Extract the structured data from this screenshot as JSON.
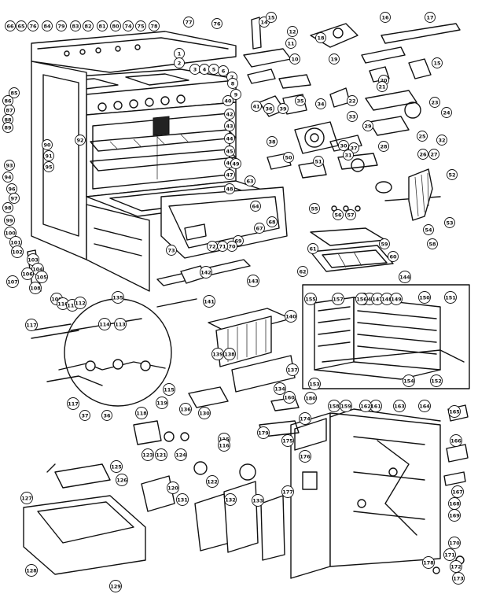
{
  "callouts": [
    {
      "id": "c1",
      "label": "66"
    },
    {
      "id": "c2",
      "label": "65"
    },
    {
      "id": "c3",
      "label": "76"
    },
    {
      "id": "c4",
      "label": "84"
    },
    {
      "id": "c5",
      "label": "79"
    },
    {
      "id": "c6",
      "label": "83"
    },
    {
      "id": "c7",
      "label": "82"
    },
    {
      "id": "c8",
      "label": "81"
    },
    {
      "id": "c9",
      "label": "80"
    },
    {
      "id": "c10",
      "label": "74"
    },
    {
      "id": "c11",
      "label": "75"
    },
    {
      "id": "c12",
      "label": "78"
    },
    {
      "id": "c13",
      "label": "77"
    },
    {
      "id": "c14",
      "label": "76"
    },
    {
      "id": "c15",
      "label": "14"
    },
    {
      "id": "c16",
      "label": "15"
    },
    {
      "id": "c17",
      "label": "12"
    },
    {
      "id": "c18",
      "label": "11"
    },
    {
      "id": "c19",
      "label": "18"
    },
    {
      "id": "c20",
      "label": "16"
    },
    {
      "id": "c21",
      "label": "17"
    },
    {
      "id": "c22",
      "label": "15"
    },
    {
      "id": "c23",
      "label": "19"
    },
    {
      "id": "c24",
      "label": "20"
    },
    {
      "id": "c25",
      "label": "21"
    },
    {
      "id": "c26",
      "label": "10"
    },
    {
      "id": "c27",
      "label": "1"
    },
    {
      "id": "c28",
      "label": "2"
    },
    {
      "id": "c29",
      "label": "3"
    },
    {
      "id": "c30",
      "label": "4"
    },
    {
      "id": "c31",
      "label": "5"
    },
    {
      "id": "c32",
      "label": "6"
    },
    {
      "id": "c33",
      "label": "7"
    },
    {
      "id": "c34",
      "label": "8"
    },
    {
      "id": "c35",
      "label": "9"
    },
    {
      "id": "c36",
      "label": "40"
    },
    {
      "id": "c37",
      "label": "42"
    },
    {
      "id": "c38",
      "label": "43"
    },
    {
      "id": "c39",
      "label": "44"
    },
    {
      "id": "c40",
      "label": "45"
    },
    {
      "id": "c41",
      "label": "46"
    },
    {
      "id": "c42",
      "label": "47"
    },
    {
      "id": "c43",
      "label": "48"
    },
    {
      "id": "c44",
      "label": "49"
    },
    {
      "id": "c45",
      "label": "41"
    },
    {
      "id": "c46",
      "label": "36"
    },
    {
      "id": "c47",
      "label": "39"
    },
    {
      "id": "c48",
      "label": "38"
    },
    {
      "id": "c49",
      "label": "35"
    },
    {
      "id": "c50",
      "label": "34"
    },
    {
      "id": "c51",
      "label": "33"
    },
    {
      "id": "c52",
      "label": "37"
    },
    {
      "id": "c53",
      "label": "22"
    },
    {
      "id": "c54",
      "label": "23"
    },
    {
      "id": "c55",
      "label": "24"
    },
    {
      "id": "c56",
      "label": "25"
    },
    {
      "id": "c57",
      "label": "26"
    },
    {
      "id": "c58",
      "label": "27"
    },
    {
      "id": "c59",
      "label": "28"
    },
    {
      "id": "c60",
      "label": "29"
    },
    {
      "id": "c61",
      "label": "30"
    },
    {
      "id": "c62",
      "label": "31"
    },
    {
      "id": "c63",
      "label": "32"
    },
    {
      "id": "c64",
      "label": "50"
    },
    {
      "id": "c65",
      "label": "51"
    },
    {
      "id": "c66",
      "label": "52"
    },
    {
      "id": "c67",
      "label": "53"
    },
    {
      "id": "c68",
      "label": "54"
    },
    {
      "id": "c69",
      "label": "55"
    },
    {
      "id": "c70",
      "label": "56"
    },
    {
      "id": "c71",
      "label": "57"
    },
    {
      "id": "c72",
      "label": "58"
    },
    {
      "id": "c73",
      "label": "59"
    },
    {
      "id": "c74",
      "label": "60"
    },
    {
      "id": "c75",
      "label": "61"
    },
    {
      "id": "c76",
      "label": "62"
    },
    {
      "id": "c77",
      "label": "63"
    },
    {
      "id": "c78",
      "label": "64"
    },
    {
      "id": "c79",
      "label": "67"
    },
    {
      "id": "c80",
      "label": "68"
    },
    {
      "id": "c81",
      "label": "69"
    },
    {
      "id": "c82",
      "label": "70"
    },
    {
      "id": "c83",
      "label": "71"
    },
    {
      "id": "c84",
      "label": "72"
    },
    {
      "id": "c85",
      "label": "73"
    },
    {
      "id": "c86",
      "label": "85"
    },
    {
      "id": "c87",
      "label": "86"
    },
    {
      "id": "c88",
      "label": "87"
    },
    {
      "id": "c89",
      "label": "88"
    },
    {
      "id": "c90",
      "label": "89"
    },
    {
      "id": "c91",
      "label": "90"
    },
    {
      "id": "c92",
      "label": "91"
    },
    {
      "id": "c93",
      "label": "92"
    },
    {
      "id": "c94",
      "label": "93"
    },
    {
      "id": "c95",
      "label": "94"
    },
    {
      "id": "c96",
      "label": "95"
    },
    {
      "id": "c97",
      "label": "96"
    },
    {
      "id": "c98",
      "label": "97"
    },
    {
      "id": "c99",
      "label": "98"
    },
    {
      "id": "c100",
      "label": "99"
    },
    {
      "id": "c101",
      "label": "100"
    },
    {
      "id": "c102",
      "label": "101"
    },
    {
      "id": "c103",
      "label": "102"
    },
    {
      "id": "c104",
      "label": "103"
    },
    {
      "id": "c105",
      "label": "104"
    },
    {
      "id": "c106",
      "label": "105"
    },
    {
      "id": "c107",
      "label": "106"
    },
    {
      "id": "c108",
      "label": "107"
    },
    {
      "id": "c109",
      "label": "108"
    },
    {
      "id": "c110",
      "label": "109"
    },
    {
      "id": "c111",
      "label": "110"
    },
    {
      "id": "c112",
      "label": "111"
    },
    {
      "id": "c113",
      "label": "112"
    },
    {
      "id": "c114",
      "label": "113"
    },
    {
      "id": "c115",
      "label": "114"
    },
    {
      "id": "c116",
      "label": "115"
    },
    {
      "id": "c117",
      "label": "116"
    },
    {
      "id": "c118",
      "label": "117"
    },
    {
      "id": "c119",
      "label": "117"
    },
    {
      "id": "c120",
      "label": "118"
    },
    {
      "id": "c121",
      "label": "119"
    },
    {
      "id": "c122",
      "label": "120"
    },
    {
      "id": "c123",
      "label": "121"
    },
    {
      "id": "c124",
      "label": "122"
    },
    {
      "id": "c125",
      "label": "123"
    },
    {
      "id": "c126",
      "label": "124"
    },
    {
      "id": "c127",
      "label": "125"
    },
    {
      "id": "c128",
      "label": "126"
    },
    {
      "id": "c129",
      "label": "127"
    },
    {
      "id": "c130",
      "label": "128"
    },
    {
      "id": "c131",
      "label": "129"
    },
    {
      "id": "c132",
      "label": "130"
    },
    {
      "id": "c133",
      "label": "131"
    },
    {
      "id": "c134",
      "label": "132"
    },
    {
      "id": "c135",
      "label": "133"
    },
    {
      "id": "c136",
      "label": "134"
    },
    {
      "id": "c137",
      "label": "135"
    },
    {
      "id": "c138",
      "label": "136"
    },
    {
      "id": "c139",
      "label": "137"
    },
    {
      "id": "c140",
      "label": "138"
    },
    {
      "id": "c141",
      "label": "139"
    },
    {
      "id": "c142",
      "label": "140"
    },
    {
      "id": "c143",
      "label": "141"
    },
    {
      "id": "c144",
      "label": "142"
    },
    {
      "id": "c145",
      "label": "143"
    },
    {
      "id": "c146",
      "label": "144"
    },
    {
      "id": "c147",
      "label": "145"
    },
    {
      "id": "c148",
      "label": "146"
    },
    {
      "id": "c149",
      "label": "147"
    },
    {
      "id": "c150",
      "label": "148"
    },
    {
      "id": "c151",
      "label": "149"
    },
    {
      "id": "c152",
      "label": "150"
    },
    {
      "id": "c153",
      "label": "151"
    },
    {
      "id": "c154",
      "label": "152"
    },
    {
      "id": "c155",
      "label": "153"
    },
    {
      "id": "c156",
      "label": "154"
    },
    {
      "id": "c157",
      "label": "155"
    },
    {
      "id": "c158",
      "label": "156"
    },
    {
      "id": "c159",
      "label": "157"
    },
    {
      "id": "c160",
      "label": "158"
    },
    {
      "id": "c161",
      "label": "159"
    },
    {
      "id": "c162",
      "label": "160"
    },
    {
      "id": "c163",
      "label": "161"
    },
    {
      "id": "c164",
      "label": "162"
    },
    {
      "id": "c165",
      "label": "163"
    },
    {
      "id": "c166",
      "label": "164"
    },
    {
      "id": "c167",
      "label": "165"
    },
    {
      "id": "c168",
      "label": "166"
    },
    {
      "id": "c169",
      "label": "167"
    },
    {
      "id": "c170",
      "label": "168"
    },
    {
      "id": "c171",
      "label": "169"
    },
    {
      "id": "c172",
      "label": "170"
    },
    {
      "id": "c173",
      "label": "171"
    },
    {
      "id": "c174",
      "label": "172"
    },
    {
      "id": "c175",
      "label": "173"
    },
    {
      "id": "c176",
      "label": "174"
    },
    {
      "id": "c177",
      "label": "175"
    },
    {
      "id": "c178",
      "label": "176"
    },
    {
      "id": "c179",
      "label": "177"
    },
    {
      "id": "c180",
      "label": "178"
    },
    {
      "id": "c181",
      "label": "179"
    },
    {
      "id": "c182",
      "label": "180"
    },
    {
      "id": "c183",
      "label": "36"
    },
    {
      "id": "c184",
      "label": "37"
    },
    {
      "id": "c185",
      "label": "115"
    }
  ]
}
